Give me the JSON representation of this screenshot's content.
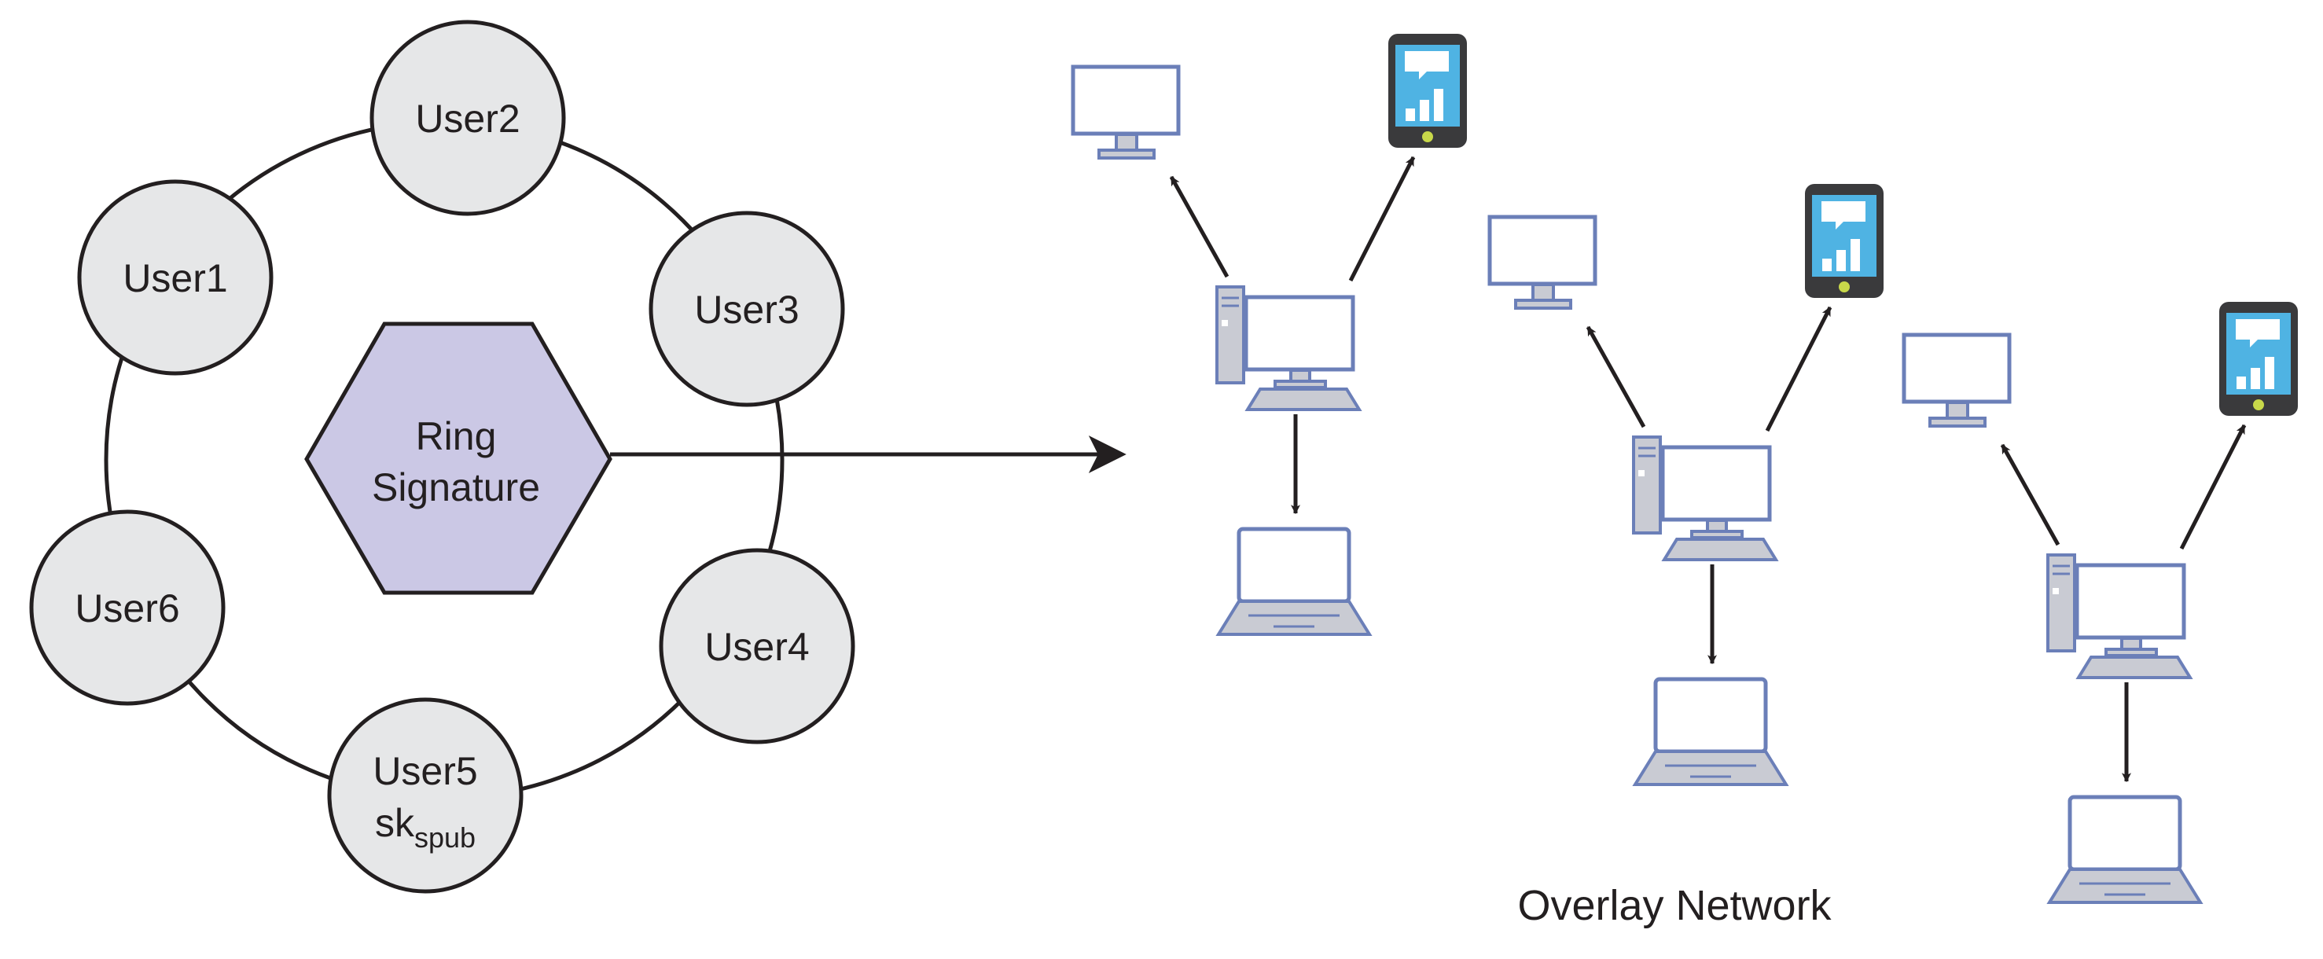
{
  "ring": {
    "users": [
      {
        "id": "user1",
        "label": "User1"
      },
      {
        "id": "user2",
        "label": "User2"
      },
      {
        "id": "user3",
        "label": "User3"
      },
      {
        "id": "user4",
        "label": "User4"
      },
      {
        "id": "user5",
        "label": "User5",
        "key": "sk",
        "key_sub": "spub"
      },
      {
        "id": "user6",
        "label": "User6"
      }
    ],
    "center": {
      "line1": "Ring",
      "line2": "Signature"
    }
  },
  "network": {
    "caption": "Overlay Network",
    "clusters": [
      {
        "id": "cluster-1",
        "devices": [
          "desktop-monitor",
          "smartphone",
          "laptop"
        ]
      },
      {
        "id": "cluster-2",
        "devices": [
          "desktop-monitor",
          "smartphone",
          "laptop"
        ]
      },
      {
        "id": "cluster-3",
        "devices": [
          "desktop-monitor",
          "smartphone",
          "laptop"
        ]
      }
    ]
  },
  "colors": {
    "node_fill": "#e6e7e8",
    "hexagon_fill": "#cbc8e5",
    "device_stroke": "#6b7fb8",
    "device_fill": "#ffffff",
    "device_gray": "#c9cbd3",
    "phone_body": "#3a3a3c",
    "phone_screen": "#4fb3e3",
    "phone_button": "#c8d84a",
    "line": "#231f20"
  },
  "icons": [
    "tower-pc-icon",
    "monitor-icon",
    "smartphone-icon",
    "laptop-icon",
    "arrow-icon"
  ]
}
